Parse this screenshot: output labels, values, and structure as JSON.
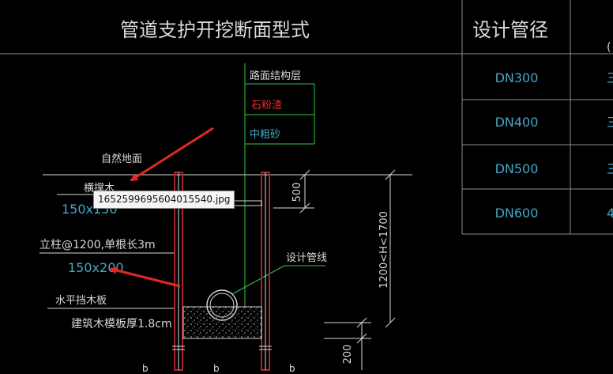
{
  "header": {
    "title": "管道支护开挖断面型式",
    "col_title": "设计管径",
    "edge_char": "("
  },
  "table": {
    "rows": [
      {
        "label": "DN300",
        "edge": "三"
      },
      {
        "label": "DN400",
        "edge": "三"
      },
      {
        "label": "DN500",
        "edge": "三"
      },
      {
        "label": "DN600",
        "edge": "4"
      }
    ]
  },
  "labels": {
    "road_layer": "路面结构层",
    "gravel": "石粉渣",
    "medium_sand": "中粗砂",
    "natural_ground": "自然地面",
    "waling": "横撑木",
    "waling_size": "150x150",
    "post": "立柱@1200,单根长3m",
    "post_size": "150x200",
    "horizontal_board": "水平挡木板",
    "board_thickness": "建筑木模板厚1.8cm",
    "design_pipeline": "设计管线",
    "dim_500": "500",
    "dim_depth": "1200<H<1700",
    "dim_200": "200",
    "bottom_left": "b",
    "bottom_right": "b",
    "bottom_mid": "b"
  },
  "tooltip": {
    "filename": "1652599695604015540.jpg"
  },
  "colors": {
    "background": "#000000",
    "frame_line": "#8c8c8c",
    "cad_text": "#d9d9d9",
    "cyan_text": "#46a6c8",
    "green_line": "#2fc84a",
    "red_text": "#e0302a",
    "post_color": "#a8262a",
    "annotation_arrow": "#e22a22"
  }
}
